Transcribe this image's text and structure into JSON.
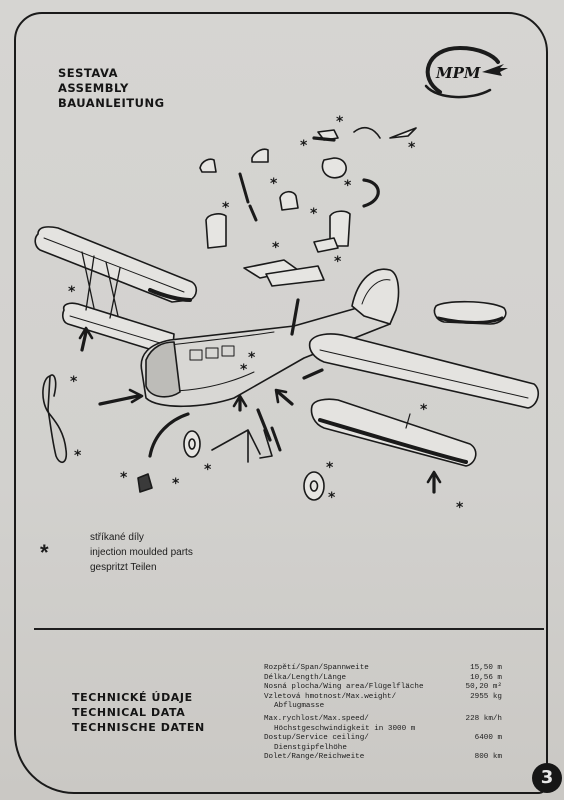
{
  "heading": {
    "line1": "SESTAVA",
    "line2": "ASSEMBLY",
    "line3": "BAUANLEITUNG"
  },
  "logo": {
    "text": "MPM",
    "icon": "plane-icon"
  },
  "legend": {
    "star_symbol": "*",
    "line1": "stříkané díly",
    "line2": "injection moulded parts",
    "line3": "gespritzt Teilen"
  },
  "tech": {
    "title1": "TECHNICKÉ ÚDAJE",
    "title2": "TECHNICAL DATA",
    "title3": "TECHNISCHE DATEN",
    "specs": [
      {
        "label": "Rozpětí/Span/Spannweite",
        "value": "15,50 m"
      },
      {
        "label": "Délka/Length/Länge",
        "value": "10,56 m"
      },
      {
        "label": "Nosná plocha/Wing area/Flügelfläche",
        "value": "50,20 m²"
      },
      {
        "label": "Vzletová hmotnost/Max.weight/",
        "value": "2955 kg"
      },
      {
        "label": "Abflugmasse",
        "value": ""
      },
      {
        "label": "Max.rychlost/Max.speed/",
        "value": "228 km/h"
      },
      {
        "label": "Höchstgeschwindigkeit in 3000 m",
        "value": ""
      },
      {
        "label": "Dostup/Service ceiling/",
        "value": "6400 m"
      },
      {
        "label": "Dienstgipfelhöhe",
        "value": ""
      },
      {
        "label": "Dolet/Range/Reichweite",
        "value": "800 km"
      }
    ]
  },
  "page_number": "3"
}
